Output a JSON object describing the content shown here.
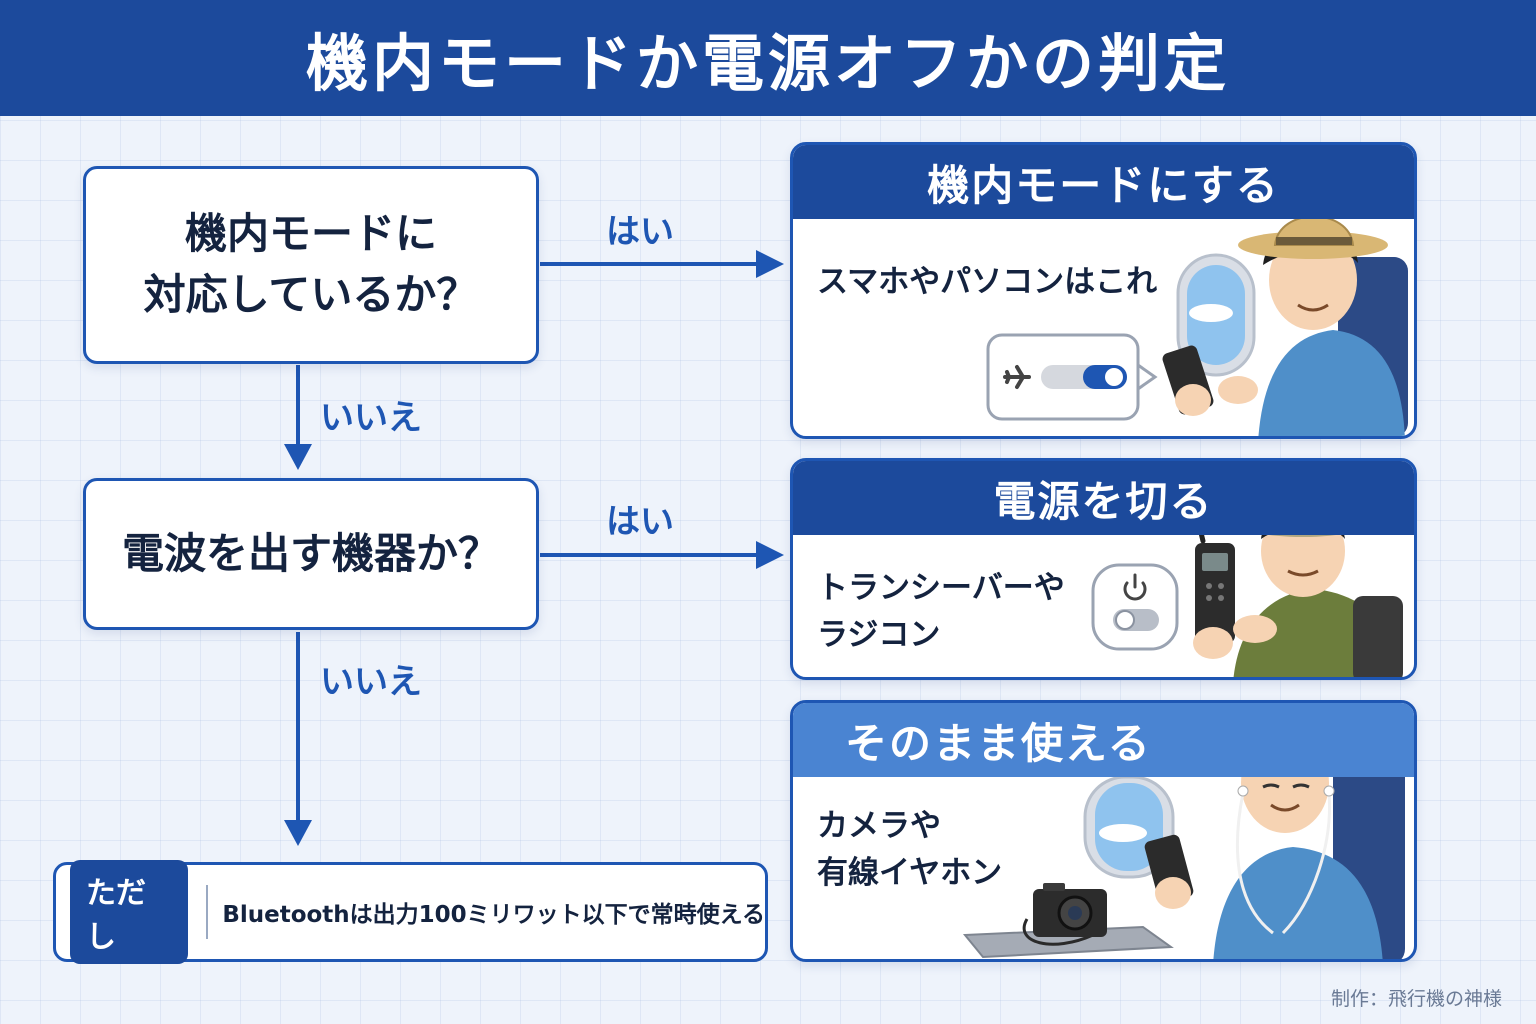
{
  "title": "機内モードか電源オフかの判定",
  "questions": {
    "q1": {
      "line1": "機内モードに",
      "line2": "対応しているか？"
    },
    "q2": {
      "line1": "電波を出す機器か？"
    }
  },
  "labels": {
    "yes": "はい",
    "no": "いいえ"
  },
  "results": {
    "airplane": {
      "title": "機内モードにする",
      "text": "スマホやパソコンはこれ"
    },
    "power_off": {
      "title": "電源を切る",
      "line1": "トランシーバーや",
      "line2": "ラジコン"
    },
    "as_is": {
      "title": "そのまま使える",
      "line1": "カメラや",
      "line2": "有線イヤホン"
    }
  },
  "note": {
    "badge": "ただし",
    "text": "Bluetoothは出力100ミリワット以下で常時使える"
  },
  "credit": "制作：飛行機の神様",
  "colors": {
    "primary": "#1c4a9c",
    "accent": "#1e56b3",
    "light_header": "#4a84d2",
    "background": "#eef3fb"
  },
  "icons": [
    "airplane-icon",
    "toggle-switch-icon",
    "power-icon",
    "walkie-talkie-icon",
    "camera-icon",
    "earphones-icon",
    "window-icon",
    "smartphone-icon"
  ]
}
